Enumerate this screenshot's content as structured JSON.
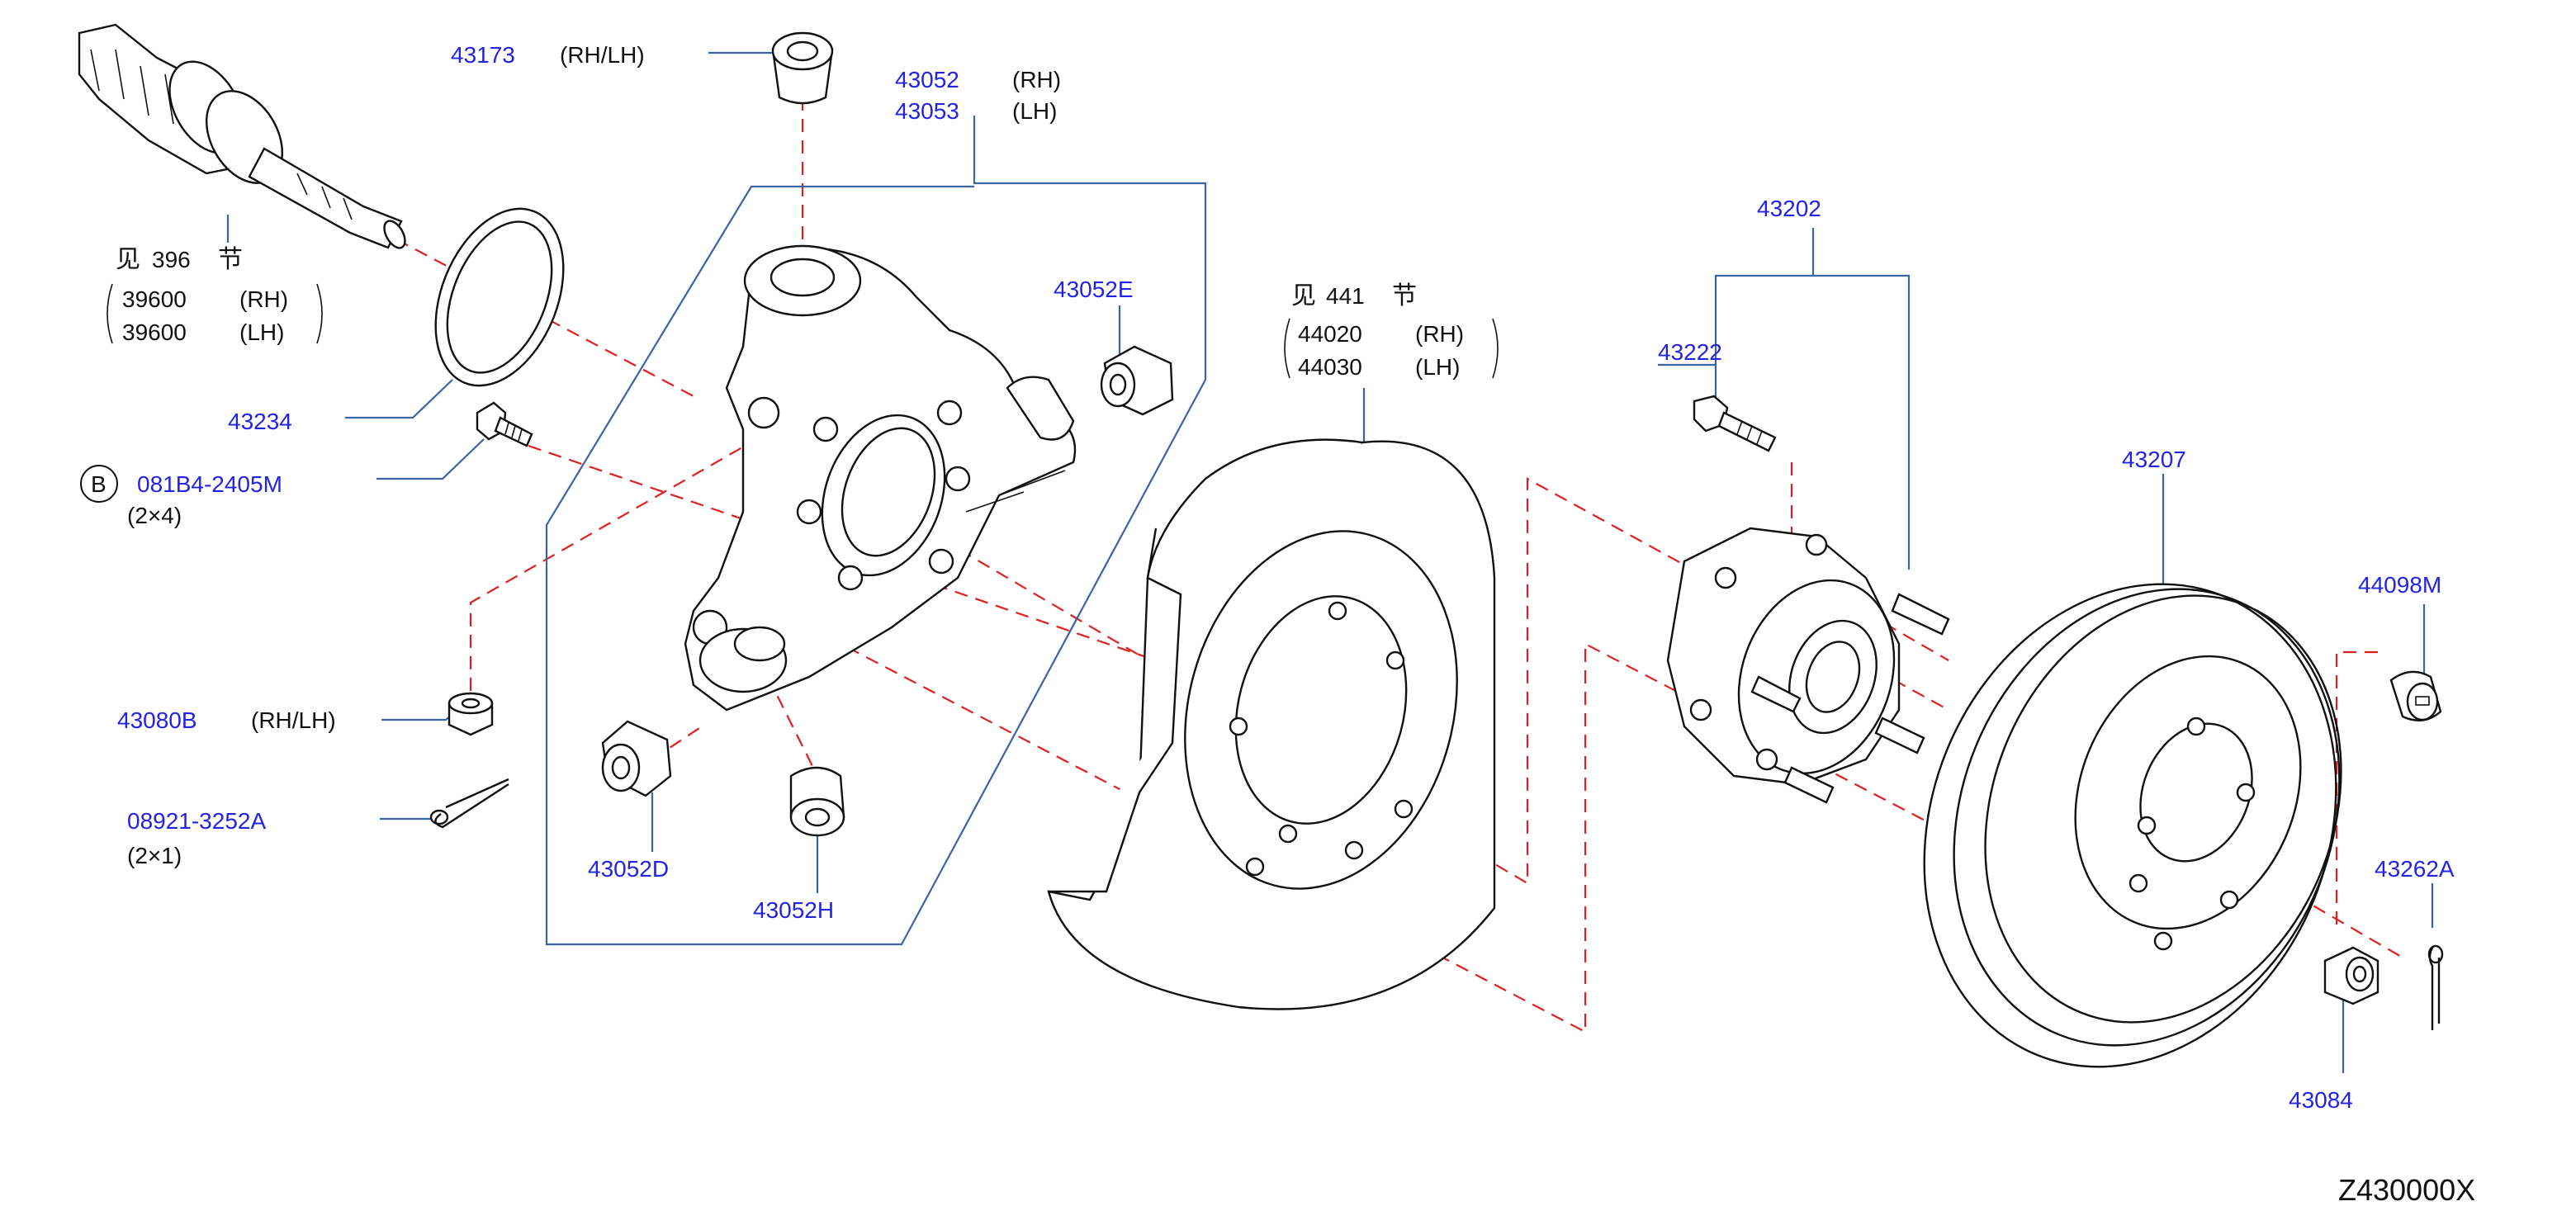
{
  "diagram_code": "Z430000X",
  "colors": {
    "part_number": "#2323e6",
    "leader_line": "#3a63a8",
    "center_line": "#e02020",
    "outline": "#111111"
  },
  "labels": {
    "p43173": {
      "num": "43173",
      "note": "(RH/LH)"
    },
    "p43052": {
      "num": "43052",
      "note": "(RH)"
    },
    "p43053": {
      "num": "43053",
      "note": "(LH)"
    },
    "ref396": {
      "prefix": "见",
      "num": "396",
      "suffix": "节"
    },
    "p39600rh": {
      "num": "39600",
      "note": "(RH)"
    },
    "p39600lh": {
      "num": "39600",
      "note": "(LH)"
    },
    "p43234": {
      "num": "43234"
    },
    "p081B4": {
      "marker": "B",
      "num": "081B4-2405M",
      "qty": "(2×4)"
    },
    "p43080B": {
      "num": "43080B",
      "note": "(RH/LH)"
    },
    "p08921": {
      "num": "08921-3252A",
      "qty": "(2×1)"
    },
    "p43052D": {
      "num": "43052D"
    },
    "p43052H": {
      "num": "43052H"
    },
    "p43052E": {
      "num": "43052E"
    },
    "ref441": {
      "prefix": "见",
      "num": "441",
      "suffix": "节"
    },
    "p44020": {
      "num": "44020",
      "note": "(RH)"
    },
    "p44030": {
      "num": "44030",
      "note": "(LH)"
    },
    "p43202": {
      "num": "43202"
    },
    "p43222": {
      "num": "43222"
    },
    "p43207": {
      "num": "43207"
    },
    "p44098M": {
      "num": "44098M"
    },
    "p43262A": {
      "num": "43262A"
    },
    "p43084": {
      "num": "43084"
    }
  }
}
